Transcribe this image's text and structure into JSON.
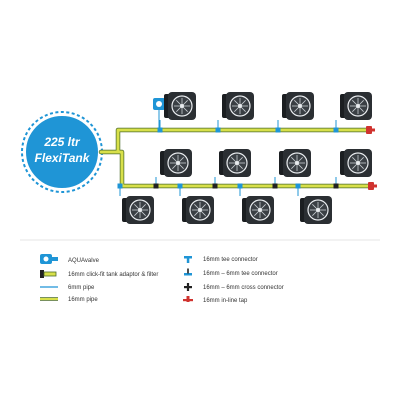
{
  "tank": {
    "line1": "225 ltr",
    "line2": "FlexiTank",
    "color": "#1f95d6"
  },
  "colors": {
    "pipe_16mm": "#d8e04a",
    "pipe_16mm_outline": "#4c6b2a",
    "pipe_6mm": "#1f95d6",
    "pot": "#2b2f33",
    "pot_dark": "#1b1e21",
    "tap_red": "#d0332f",
    "connector": "#1f95d6",
    "cross_connector": "#222222"
  },
  "icons": {
    "aquavalve": "aquavalve-icon",
    "adaptor": "adaptor-filter-icon",
    "tee": "tee-connector-icon",
    "tee_6mm": "tee-6mm-connector-icon",
    "cross": "cross-connector-icon",
    "tap": "inline-tap-icon"
  },
  "legend": {
    "left": [
      {
        "icon": "aquavalve",
        "label": "AQUAvalve"
      },
      {
        "icon": "adaptor",
        "label": "16mm click-fit tank adaptor & filter"
      },
      {
        "icon": "pipe6",
        "label": "6mm pipe"
      },
      {
        "icon": "pipe16",
        "label": "16mm pipe"
      }
    ],
    "right": [
      {
        "icon": "tee",
        "label": "16mm tee connector"
      },
      {
        "icon": "tee6",
        "label": "16mm – 6mm tee connector"
      },
      {
        "icon": "cross",
        "label": "16mm – 6mm cross connector"
      },
      {
        "icon": "tap",
        "label": "16mm in-line tap"
      }
    ]
  }
}
